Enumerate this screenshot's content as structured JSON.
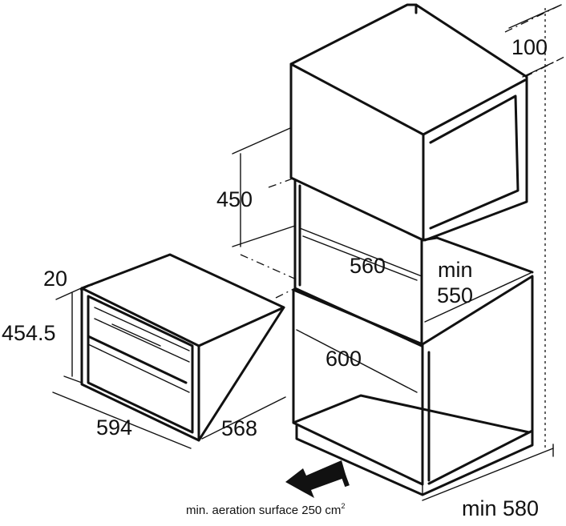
{
  "dimensions": {
    "cabinet_depth_top": "100",
    "upper_gap_height": "450",
    "niche_width_inner": "560",
    "niche_depth_label_line1": "min",
    "niche_depth_label_line2": "550",
    "cabinet_width": "600",
    "bottom_depth": "min 580",
    "oven_front_offset": "20",
    "oven_height": "454.5",
    "oven_width": "594",
    "oven_depth": "568"
  },
  "note": {
    "text": "min. aeration surface 250 cm",
    "superscript": "2"
  }
}
